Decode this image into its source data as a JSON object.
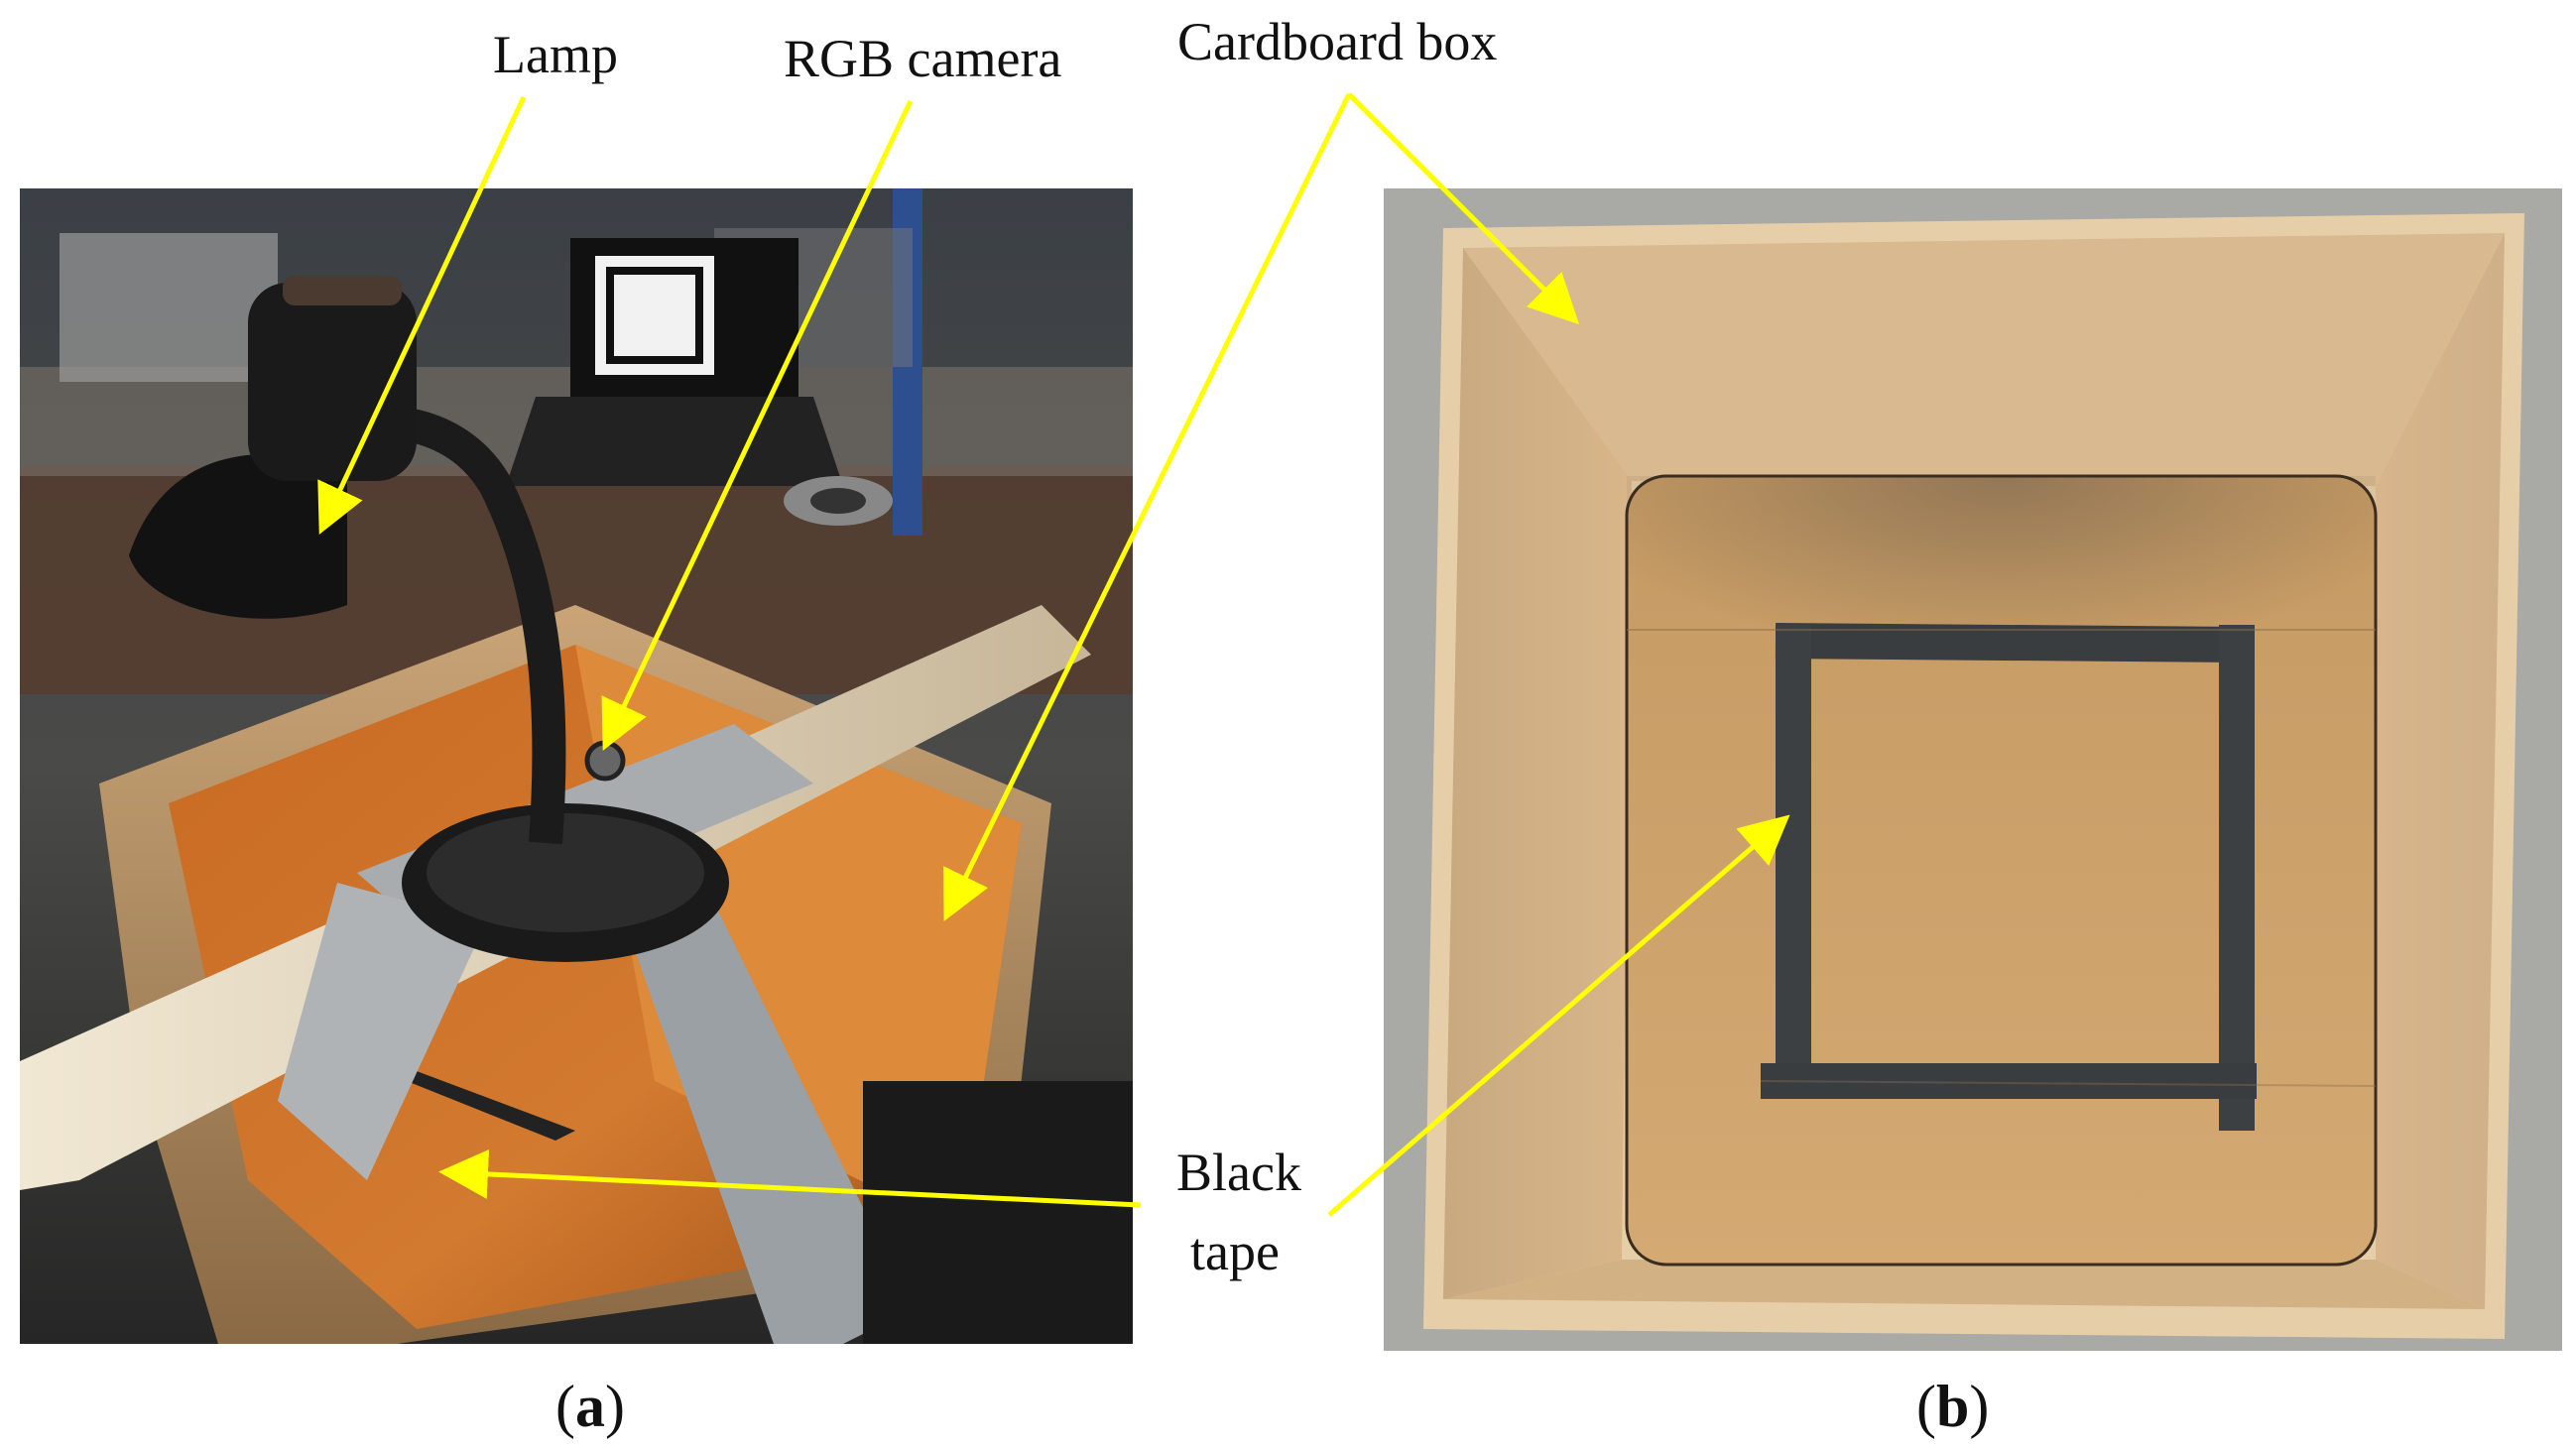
{
  "annotations": {
    "lamp": "Lamp",
    "rgb_camera": "RGB camera",
    "cardboard_box": "Cardboard box",
    "black_tape_line1": "Black",
    "black_tape_line2": "tape"
  },
  "captions": {
    "a_open": "(",
    "a_letter": "a",
    "a_close": ")",
    "b_open": "(",
    "b_letter": "b",
    "b_close": ")"
  },
  "colors": {
    "arrow": "#ffff00",
    "box_warm": "#d07a30",
    "box_light": "#d9b083",
    "tape": "#3a3d3f",
    "floor": "#a9a9a6"
  }
}
